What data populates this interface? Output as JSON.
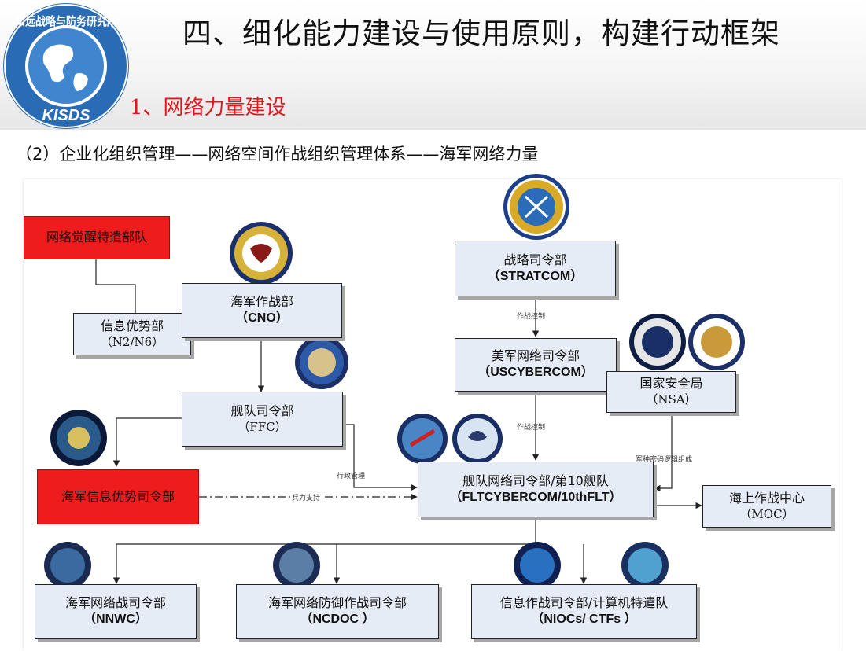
{
  "header": {
    "title": "四、细化能力建设与使用原则，构建行动框架",
    "section": "1、网络力量建设",
    "subtitle": "（2）企业化组织管理——网络空间作战组织管理体系——海军网络力量",
    "logo_text": "知远战略与防务研究所",
    "logo_abbr": "KISDS"
  },
  "nodes": {
    "awakening": {
      "zh": "网络觉醒特遣部队"
    },
    "info_dominance": {
      "zh": "信息优势部",
      "abbr": "（N2/N6）"
    },
    "cno": {
      "zh": "海军作战部",
      "abbr": "（CNO）"
    },
    "ffc": {
      "zh": "舰队司令部",
      "abbr": "（FFC）"
    },
    "navy_info_cmd": {
      "zh": "海军信息优势司令部"
    },
    "stratcom": {
      "zh": "战略司令部",
      "abbr": "（STRATCOM）"
    },
    "uscybercom": {
      "zh": "美军网络司令部",
      "abbr": "（USCYBERCOM）"
    },
    "nsa": {
      "zh": "国家安全局",
      "abbr": "（NSA）"
    },
    "fltcybercom": {
      "zh": "舰队网络司令部/第10舰队",
      "abbr": "（FLTCYBERCOM/10thFLT）"
    },
    "moc": {
      "zh": "海上作战中心",
      "abbr": "（MOC）"
    },
    "nnwc": {
      "zh": "海军网络战司令部",
      "abbr": "（NNWC）"
    },
    "ncdoc": {
      "zh": "海军网络防御作战司令部",
      "abbr": "（NCDOC ）"
    },
    "niocs": {
      "zh": "信息作战司令部/计算机特遣队",
      "abbr": "（NIOCs/ CTFs ）"
    }
  },
  "edge_labels": {
    "op_control_1": "作战控制",
    "op_control_2": "作战控制",
    "admin": "行政管理",
    "force_support": "兵力支持",
    "crypto": "军种密码逻辑组成"
  },
  "colors": {
    "node_fill": "#e6ecf5",
    "red_fill": "#ee1c1c",
    "title_red": "#e8131b",
    "logo_blue": "#1f5fa8"
  }
}
